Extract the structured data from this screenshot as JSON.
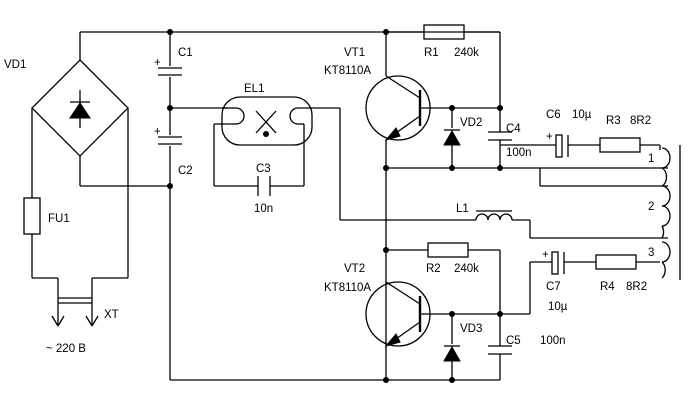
{
  "labels": {
    "vd1": "VD1",
    "fu1": "FU1",
    "xt": "XT",
    "mains": "~ 220 В",
    "c1": "C1",
    "c2": "C2",
    "c3": "C3",
    "c3_value": "10n",
    "el1": "EL1",
    "vt1": "VT1",
    "vt1_type": "KT8110A",
    "vt2": "VT2",
    "vt2_type": "KT8110A",
    "r1": "R1",
    "r1_value": "240k",
    "r2": "R2",
    "r2_value": "240k",
    "vd2": "VD2",
    "vd3": "VD3",
    "c4": "C4",
    "c4_value": "100n",
    "c5": "C5",
    "c5_value": "100n",
    "c6": "C6",
    "c6_value": "10µ",
    "c7": "C7",
    "c7_value": "10µ",
    "r3": "R3",
    "r3_value": "8R2",
    "r4": "R4",
    "r4_value": "8R2",
    "l1": "L1",
    "winding_1": "1",
    "winding_2": "2",
    "winding_3": "3",
    "plus": "+"
  }
}
